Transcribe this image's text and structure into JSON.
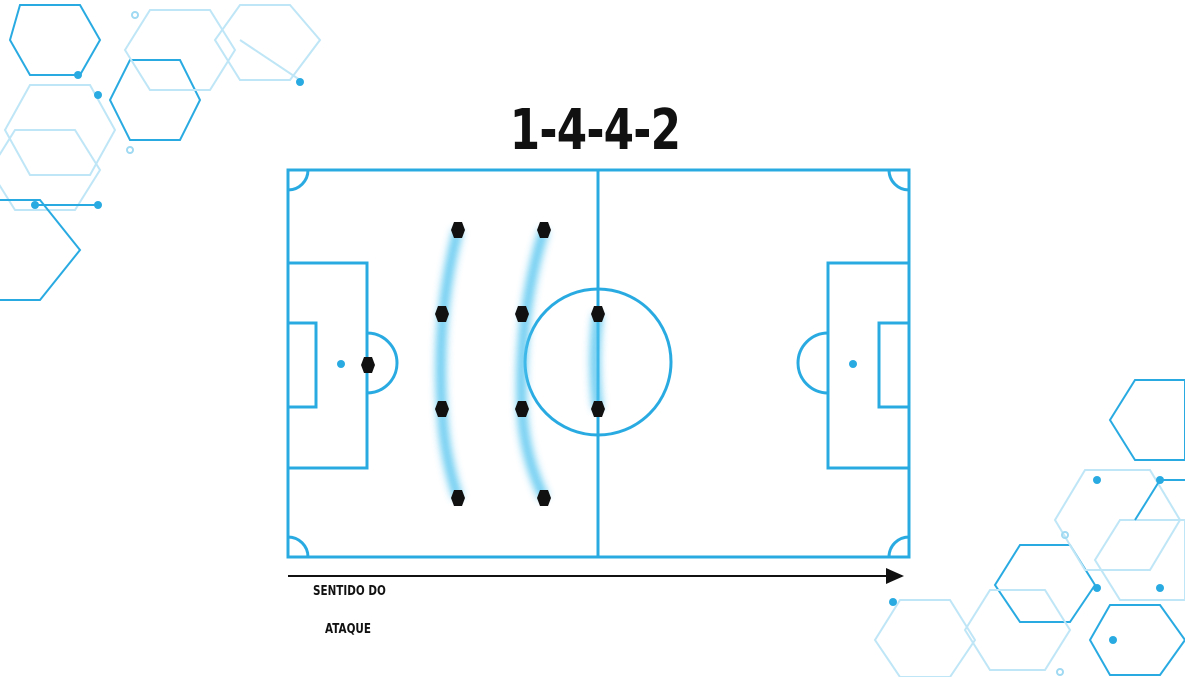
{
  "formation": {
    "title": "1-4-4-2"
  },
  "attack": {
    "label_line1": "SENTIDO DO",
    "label_line2": "ATAQUE"
  },
  "colors": {
    "pitch_lines": "#29abe2",
    "players": "#111111",
    "background": "#ffffff",
    "decor_light": "#9fd9f2"
  }
}
